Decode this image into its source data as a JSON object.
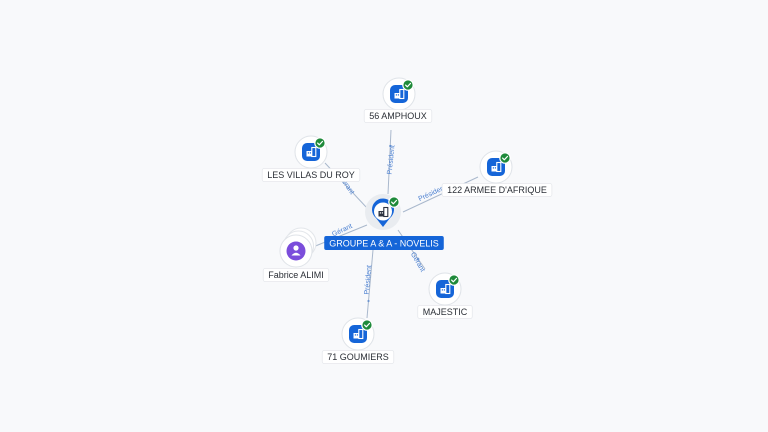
{
  "graph": {
    "center": {
      "label": "GROUPE A & A - NOVELIS",
      "icon": "company-icon",
      "verified": true
    },
    "nodes": [
      {
        "id": "amphoux",
        "label": "56 AMPHOUX",
        "icon": "company-icon",
        "verified": true,
        "edge_label": "Président"
      },
      {
        "id": "villas",
        "label": "LES VILLAS DU ROY",
        "icon": "company-icon",
        "verified": true,
        "edge_label": "Gérant"
      },
      {
        "id": "armee",
        "label": "122 ARMEE D'AFRIQUE",
        "icon": "company-icon",
        "verified": true,
        "edge_label": "Président"
      },
      {
        "id": "alimi",
        "label": "Fabrice ALIMI",
        "icon": "person-icon",
        "verified": false,
        "edge_label": "Gérant"
      },
      {
        "id": "majestic",
        "label": "MAJESTIC",
        "icon": "company-icon",
        "verified": true,
        "edge_label": "Gérant"
      },
      {
        "id": "goumiers",
        "label": "71 GOUMIERS",
        "icon": "company-icon",
        "verified": true,
        "edge_label": "Président"
      }
    ],
    "colors": {
      "primary": "#1565d8",
      "verified": "#1e8a3a",
      "person": "#7b4ddb",
      "edge": "#a9b8cc",
      "edge_label": "#4a7fd0"
    }
  }
}
